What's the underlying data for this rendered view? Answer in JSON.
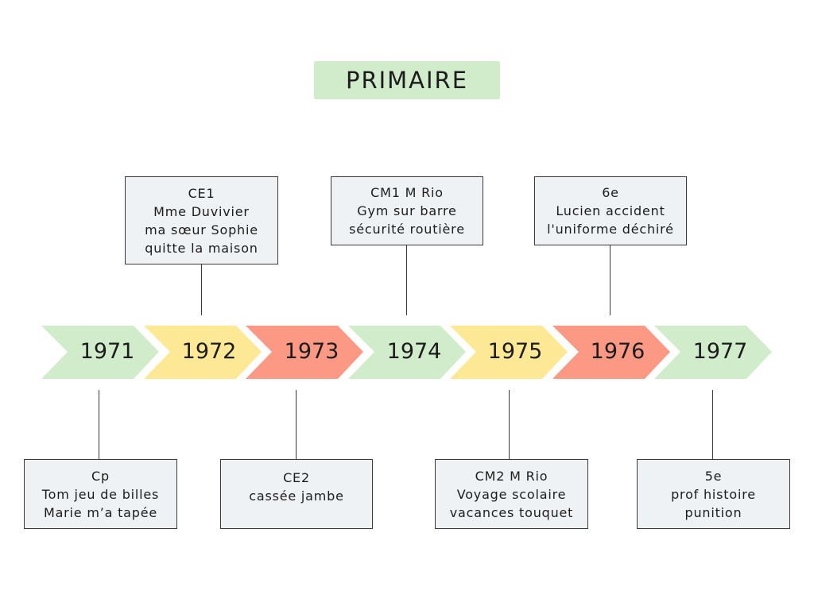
{
  "title": "PRIMAIRE",
  "colors": {
    "green": "#d1ecca",
    "yellow": "#fde895",
    "red": "#fb9985",
    "box_bg": "#eff2f5"
  },
  "timeline": [
    {
      "year": "1971",
      "color": "green"
    },
    {
      "year": "1972",
      "color": "yellow"
    },
    {
      "year": "1973",
      "color": "red"
    },
    {
      "year": "1974",
      "color": "green"
    },
    {
      "year": "1975",
      "color": "yellow"
    },
    {
      "year": "1976",
      "color": "red"
    },
    {
      "year": "1977",
      "color": "green"
    }
  ],
  "top_notes": [
    {
      "lines": [
        "CE1",
        "Mme Duvivier",
        "ma sœur Sophie",
        "quitte la maison"
      ]
    },
    {
      "lines": [
        "CM1 M Rio",
        "Gym sur barre",
        "sécurité routière"
      ]
    },
    {
      "lines": [
        "6e",
        "Lucien accident",
        "l'uniforme déchiré"
      ]
    }
  ],
  "bottom_notes": [
    {
      "lines": [
        "Cp",
        "Tom jeu de billes",
        "Marie m’a tapée"
      ]
    },
    {
      "lines": [
        "CE2",
        "cassée jambe"
      ]
    },
    {
      "lines": [
        "CM2 M Rio",
        "Voyage scolaire",
        "vacances touquet"
      ]
    },
    {
      "lines": [
        "5e",
        "prof histoire",
        "punition"
      ]
    }
  ]
}
